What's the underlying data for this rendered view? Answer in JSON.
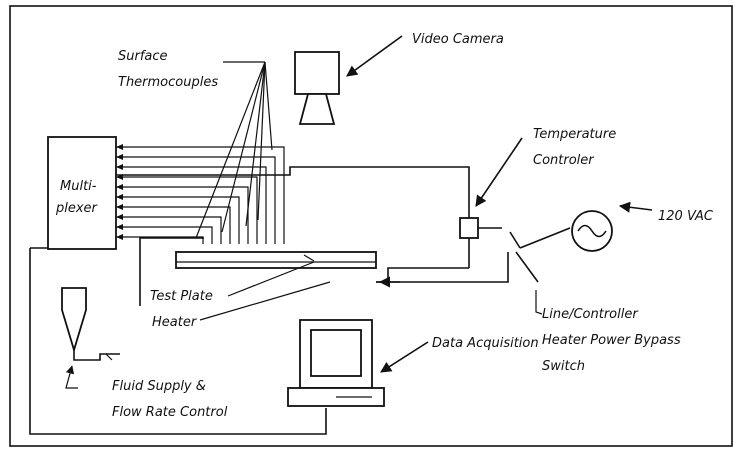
{
  "labels": {
    "surface_thermocouples_1": "Surface",
    "surface_thermocouples_2": "Thermocouples",
    "video_camera": "Video Camera",
    "temperature_controller_1": "Temperature",
    "temperature_controller_2": "Controler",
    "power_source": "120 VAC",
    "multiplexer_1": "Multi-",
    "multiplexer_2": "plexer",
    "test_plate": "Test Plate",
    "heater": "Heater",
    "bypass_switch_1": "Line/Controller",
    "bypass_switch_2": "Heater Power Bypass",
    "bypass_switch_3": "Switch",
    "data_acquisition": "Data Acquisition",
    "fluid_supply_1": "Fluid Supply &",
    "fluid_supply_2": "Flow Rate Control"
  },
  "icons": {
    "camera": "video-camera-icon",
    "computer": "computer-icon",
    "funnel": "fluid-reservoir-icon",
    "ac_source": "ac-source-icon"
  }
}
